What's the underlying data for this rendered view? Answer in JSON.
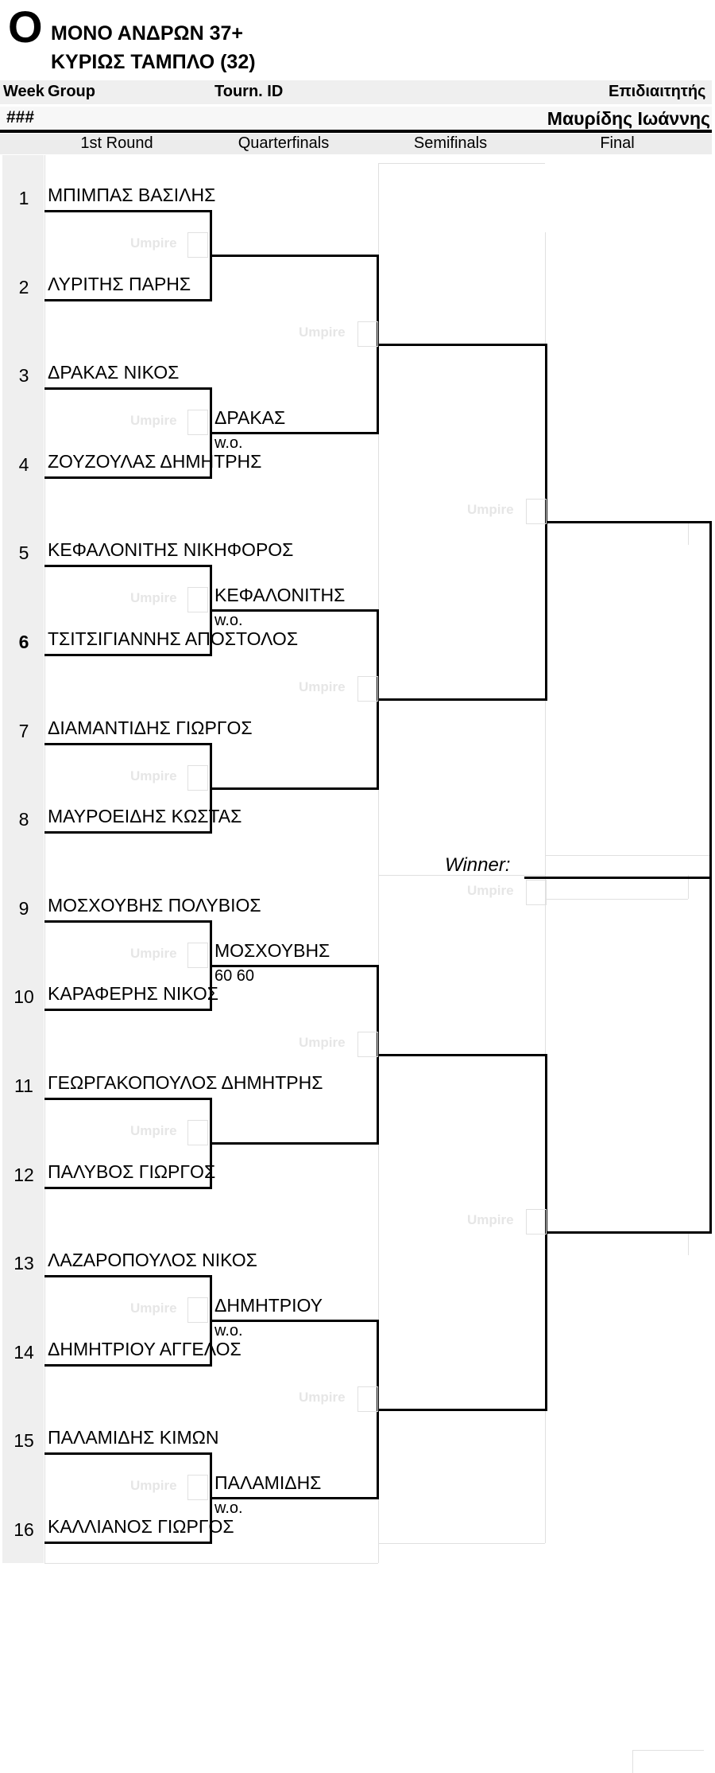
{
  "header": {
    "logo_letter": "O",
    "title_line1": "ΜΟΝΟ ΑΝΔΡΩΝ 37+",
    "title_line2": "ΚΥΡΙΩΣ ΤΑΜΠΛΟ (32)",
    "week_label": "Week",
    "group_label": "Group",
    "tourn_id_label": "Tourn. ID",
    "referee_label": "Επιδιαιτητής",
    "week_value": "###",
    "referee_name": "Μαυρίδης Ιωάννης"
  },
  "rounds": [
    "1st Round",
    "Quarterfinals",
    "Semifinals",
    "Final"
  ],
  "umpire_label": "Umpire",
  "winner_label": "Winner:",
  "players": [
    {
      "seed": "1",
      "name": "ΜΠΙΜΠΑΣ ΒΑΣΙΛΗΣ"
    },
    {
      "seed": "2",
      "name": "ΛΥΡΙΤΗΣ ΠΑΡΗΣ"
    },
    {
      "seed": "3",
      "name": "ΔΡΑΚΑΣ ΝΙΚΟΣ"
    },
    {
      "seed": "4",
      "name": "ΖΟΥΖΟΥΛΑΣ ΔΗΜΗΤΡΗΣ"
    },
    {
      "seed": "5",
      "name": "ΚΕΦΑΛΟΝΙΤΗΣ ΝΙΚΗΦΟΡΟΣ"
    },
    {
      "seed": "6",
      "name": "ΤΣΙΤΣΙΓΙΑΝΝΗΣ ΑΠΟΣΤΟΛΟΣ"
    },
    {
      "seed": "7",
      "name": "ΔΙΑΜΑΝΤΙΔΗΣ ΓΙΩΡΓΟΣ"
    },
    {
      "seed": "8",
      "name": "ΜΑΥΡΟΕΙΔΗΣ ΚΩΣΤΑΣ"
    },
    {
      "seed": "9",
      "name": "ΜΟΣΧΟΥΒΗΣ ΠΟΛΥΒΙΟΣ"
    },
    {
      "seed": "10",
      "name": "ΚΑΡΑΦΕΡΗΣ ΝΙΚΟΣ"
    },
    {
      "seed": "11",
      "name": "ΓΕΩΡΓΑΚΟΠΟΥΛΟΣ ΔΗΜΗΤΡΗΣ"
    },
    {
      "seed": "12",
      "name": "ΠΑΛΥΒΟΣ ΓΙΩΡΓΟΣ"
    },
    {
      "seed": "13",
      "name": "ΛΑΖΑΡΟΠΟΥΛΟΣ ΝΙΚΟΣ"
    },
    {
      "seed": "14",
      "name": "ΔΗΜΗΤΡΙΟΥ ΑΓΓΕΛΟΣ"
    },
    {
      "seed": "15",
      "name": "ΠΑΛΑΜΙΔΗΣ ΚΙΜΩΝ"
    },
    {
      "seed": "16",
      "name": "ΚΑΛΛΙΑΝΟΣ ΓΙΩΡΓΟΣ"
    }
  ],
  "first_round_results": [
    {
      "winner": "",
      "score": ""
    },
    {
      "winner": "ΔΡΑΚΑΣ",
      "score": "w.o."
    },
    {
      "winner": "ΚΕΦΑΛΟΝΙΤΗΣ",
      "score": "w.o."
    },
    {
      "winner": "",
      "score": ""
    },
    {
      "winner": "ΜΟΣΧΟΥΒΗΣ",
      "score": "60 60"
    },
    {
      "winner": "",
      "score": ""
    },
    {
      "winner": "ΔΗΜΗΤΡΙΟΥ",
      "score": "w.o."
    },
    {
      "winner": "ΠΑΛΑΜΙΔΗΣ",
      "score": "w.o."
    }
  ]
}
